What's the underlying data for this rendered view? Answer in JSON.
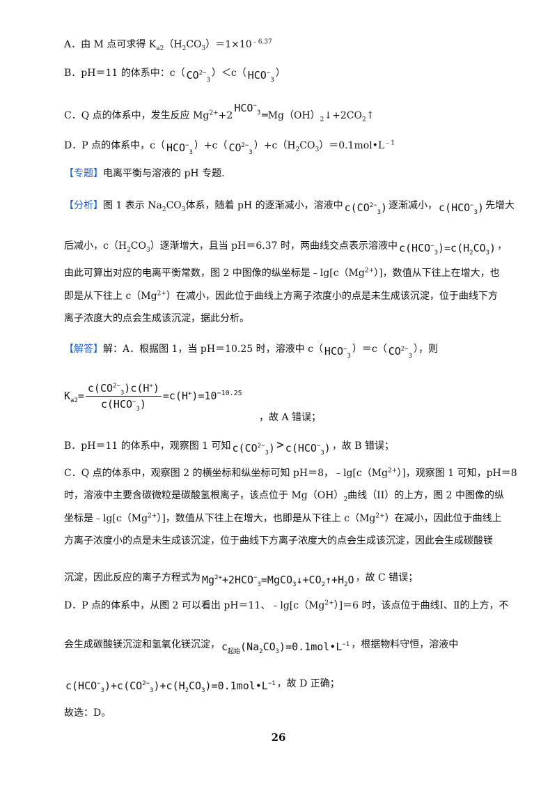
{
  "optionA": {
    "label": "A．由 M 点可求得 K",
    "sub1": "a2",
    "mid": "（H",
    "sub2": "2",
    "mid2": "CO",
    "sub3": "3",
    "tail": "）＝1×10",
    "exp": "﹣6.37"
  },
  "optionB": {
    "label": "B．pH＝11 的体系中：c（",
    "ion1": "CO",
    "ion1_sup": "2−",
    "ion1_sub": "3",
    "mid": "）＜c（",
    "ion2": "HCO",
    "ion2_sup": "−",
    "ion2_sub": "3",
    "tail": "）"
  },
  "optionC": {
    "label": "C．Q 点的体系中，发生反应 Mg",
    "sup1": "2+",
    "mid": "+2",
    "ion": "HCO",
    "ion_sup": "−",
    "ion_sub": "3",
    "tail": "═Mg（OH）",
    "sub2": "2",
    "tail2": "↓+2CO",
    "sub3": "2",
    "tail3": "↑"
  },
  "optionD": {
    "label": "D．P 点的体系中，c（",
    "ion1": "HCO",
    "ion1_sup": "−",
    "ion1_sub": "3",
    "mid": "）+c（",
    "ion2": "CO",
    "ion2_sup": "2−",
    "ion2_sub": "3",
    "mid2": "）+c（H",
    "sub1": "2",
    "mid3": "CO",
    "sub2": "3",
    "tail": "）＝0.1mol•L",
    "exp": "﹣1"
  },
  "special": {
    "tag": "【专题】",
    "text": "电离平衡与溶液的 pH 专题."
  },
  "analysis": {
    "tag": "【分析】",
    "l1a": "图 1 表示 Na",
    "l1sub1": "2",
    "l1b": "CO",
    "l1sub2": "3",
    "l1c": "体系，随着 pH 的逐渐减小，溶液中",
    "l1f1": "c(CO",
    "l1f1sup": "2−",
    "l1f1sub": "3",
    "l1f1end": ")",
    "l1d": "逐渐减小，",
    "l1f2": "c(HCO",
    "l1f2sup": "−",
    "l1f2sub": "3",
    "l1f2end": ")",
    "l1e": "先增大",
    "l2a": "后减小，c（H",
    "l2sub1": "2",
    "l2b": "CO",
    "l2sub2": "3",
    "l2c": "）逐渐增大，且当 pH＝6.37 时，两曲线交点表示溶液中",
    "l2f": "c(HCO",
    "l2fsup": "−",
    "l2fsub": "3",
    "l2fmid": ")=c(H",
    "l2fsub2": "2",
    "l2fmid2": "CO",
    "l2fsub3": "3",
    "l2fend": ")",
    "l2d": "，",
    "l3a": "由此可算出对应的电离平衡常数，图 2 中图像的纵坐标是﹣lg[c（Mg",
    "l3sup": "2+",
    "l3b": "）]，数值从下往上在增大，也",
    "l4a": "即是从下往上 c（Mg",
    "l4sup": "2+",
    "l4b": "）在减小，因此位于曲线上方离子浓度小的点是未生成该沉淀，位于曲线下方",
    "l5": "离子浓度大的点会生成该沉淀，据此分析。"
  },
  "answer": {
    "tag": "【解答】",
    "l1a": "解：A．根据图 1，当 pH＝10.25 时，溶液中 c（",
    "l1ion1": "HCO",
    "l1ion1sup": "−",
    "l1ion1sub": "3",
    "l1b": "）＝c（",
    "l1ion2": "CO",
    "l1ion2sup": "2−",
    "l1ion2sub": "3",
    "l1c": "），则",
    "ka": "K",
    "kasub": "a2",
    "kaeq": "=",
    "fnum_a": "c(CO",
    "fnum_sup": "2−",
    "fnum_sub": "3",
    "fnum_b": ")c(H",
    "fnum_sup2": "+",
    "fnum_c": ")",
    "fden_a": "c(HCO",
    "fden_sup": "−",
    "fden_sub": "3",
    "fden_b": ")",
    "frest_a": "=c(H",
    "frest_sup": "+",
    "frest_b": ")=10",
    "frest_exp": "−10.25",
    "a_end": "，故 A 错误；",
    "b_a": "B．pH＝11 的体系中，观察图 1 可知",
    "b_f1": "c(CO",
    "b_f1sup": "2−",
    "b_f1sub": "3",
    "b_f1end": ")",
    "b_gt": ">",
    "b_f2": "c(HCO",
    "b_f2sup": "−",
    "b_f2sub": "3",
    "b_f2end": ")",
    "b_end": "，故 B 错误；",
    "c1a": "C．Q 点的体系中，观察图 2 的横坐标和纵坐标可知 pH＝8，﹣lg[c（Mg",
    "c1sup": "2+",
    "c1b": "）]，观察图 1 可知，pH＝8",
    "c2a": "时，溶液中主要含碳微粒是碳酸氢根离子，该点位于 Mg（OH）",
    "c2sub": "2",
    "c2b": "曲线（II）的上方，图 2 中图像的纵",
    "c3a": "坐标是﹣lg[c（Mg",
    "c3sup": "2+",
    "c3b": "）]，数值从下往上在增大，也即是从下往上 c（Mg",
    "c3sup2": "2+",
    "c3c": "）在减小，因此位于曲线上",
    "c4": "方离子浓度小的点是未生成该沉淀，位于曲线下方离子浓度大的点会生成该沉淀，因此会生成碳酸镁",
    "c5a": "沉淀，因此反应的离子方程式为",
    "c5f_a": "Mg",
    "c5f_sup1": "2+",
    "c5f_b": "+2HCO",
    "c5f_sup2": "−",
    "c5f_sub2": "3",
    "c5f_c": "=MgCO",
    "c5f_sub3": "3",
    "c5f_d": "↓+CO",
    "c5f_sub4": "2",
    "c5f_e": "↑+H",
    "c5f_sub5": "2",
    "c5f_f": "O",
    "c5b": "，故 C 错误；",
    "d1a": "D．P 点的体系中，从图 2 可以看出 pH＝11、﹣lg[c（Mg",
    "d1sup": "2+",
    "d1b": "）]＝6 时，该点位于曲线Ⅰ、Ⅱ的上方，不",
    "d2a": "会生成碳酸镁沉淀和氢氧化镁沉淀，",
    "d2f_a": "c",
    "d2f_sub": "起始",
    "d2f_b": "(Na",
    "d2f_sub2": "2",
    "d2f_c": "CO",
    "d2f_sub3": "3",
    "d2f_d": ")=0.1mol•L",
    "d2f_sup": "−1",
    "d2b": "，根据物料守恒，溶液中",
    "d3f_a": "c(HCO",
    "d3f_sup1": "−",
    "d3f_sub1": "3",
    "d3f_b": ")+c(CO",
    "d3f_sup2": "2−",
    "d3f_sub2": "3",
    "d3f_c": ")+c(H",
    "d3f_sub3": "2",
    "d3f_d": "CO",
    "d3f_sub4": "3",
    "d3f_e": ")=0.1mol•L",
    "d3f_sup": "−1",
    "d3b": "，故 D 正确；",
    "final": "故选：D。"
  },
  "page_number": "26"
}
